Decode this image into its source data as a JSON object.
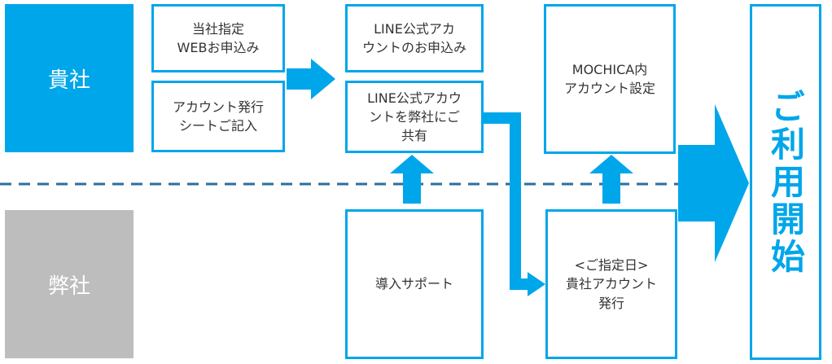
{
  "lanes": {
    "client": {
      "label": "貴社"
    },
    "ours": {
      "label": "弊社"
    }
  },
  "steps": {
    "web_apply": "当社指定\nWEBお申込み",
    "account_sheet": "アカウント発行\nシートご記入",
    "line_apply": "LINE公式アカ\nウントのお申込み",
    "line_share": "LINE公式アカウ\nントを弊社にご\n共有",
    "support": "導入サポート",
    "mochica_setup": "MOCHICA内\nアカウント設定",
    "account_issue": "<ご指定日>\n貴社アカウント\n発行"
  },
  "final": {
    "label": "ご利用開始"
  },
  "colors": {
    "accent": "#00a6ea",
    "ours_lane": "#bdbdbd",
    "divider": "#2b6f9e"
  }
}
